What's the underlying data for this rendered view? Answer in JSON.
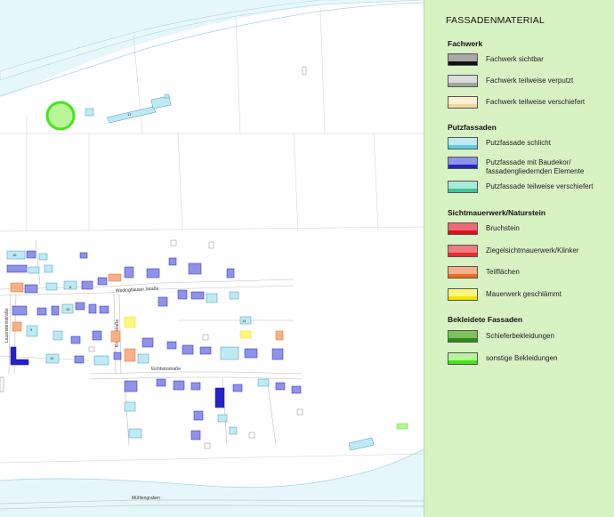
{
  "legend": {
    "title": "FASSADENMATERIAL",
    "sections": [
      {
        "name": "Fachwerk",
        "items": [
          {
            "label": "Fachwerk sichtbar",
            "top": "#a8a8a8",
            "bottom": "#111111"
          },
          {
            "label": "Fachwerk teilweise verputzt",
            "top": "#dcdcdc",
            "bottom": "#9aa89a"
          },
          {
            "label": "Fachwerk teilweise verschiefert",
            "top": "#fbf0d6",
            "bottom": "#f0d79c"
          }
        ]
      },
      {
        "name": "Putzfassaden",
        "items": [
          {
            "label": "Putzfassade schlicht",
            "top": "#bfeaf5",
            "bottom": "#5ecde6"
          },
          {
            "label": "Putzfassade mit Baudekor/ fassadengliedernden Elemente",
            "top": "#8f93e8",
            "bottom": "#2622c8"
          },
          {
            "label": "Putzfassade teilweise verschiefert",
            "top": "#a9ead9",
            "bottom": "#37c6a0"
          }
        ]
      },
      {
        "name": "Sichtmauerwerk/Naturstein",
        "items": [
          {
            "label": "Bruchstein",
            "top": "#ee6a7a",
            "bottom": "#e0101e"
          },
          {
            "label": "Ziegelsichtmauerwerk/Klinker",
            "top": "#f07c82",
            "bottom": "#ef2a2a"
          },
          {
            "label": "Teilflächen",
            "top": "#f7b08a",
            "bottom": "#f06a1e"
          },
          {
            "label": "Mauerwerk geschlämmt",
            "top": "#fbf77e",
            "bottom": "#f2e400"
          }
        ]
      },
      {
        "name": "Bekleidete Fassaden",
        "items": [
          {
            "label": "Schieferbekleidungen",
            "top": "#7cc25a",
            "bottom": "#2f8a18"
          },
          {
            "label": "sonstige Bekleidungen",
            "top": "#b8f598",
            "bottom": "#43e61e"
          }
        ]
      }
    ]
  },
  "map": {
    "streets": {
      "wedinghauser": "Wedinghauser Straße",
      "eichholz": "Eichholzstraße",
      "muehlengraben": "Mühlengraben",
      "lauenstein": "Lauensteinstraße",
      "kirchen": "Kirchenstraße"
    },
    "house_numbers": [
      "17",
      "6",
      "15",
      "10",
      "9",
      "14",
      "12"
    ],
    "colors": {
      "river": "#e6f7fb",
      "river_edge": "#a9d6e3",
      "plain": "#bfeaf5",
      "decor": "#8f93e8",
      "decor_edge": "#2622c8",
      "orange": "#f7b08a",
      "green": "#b8f598"
    }
  }
}
